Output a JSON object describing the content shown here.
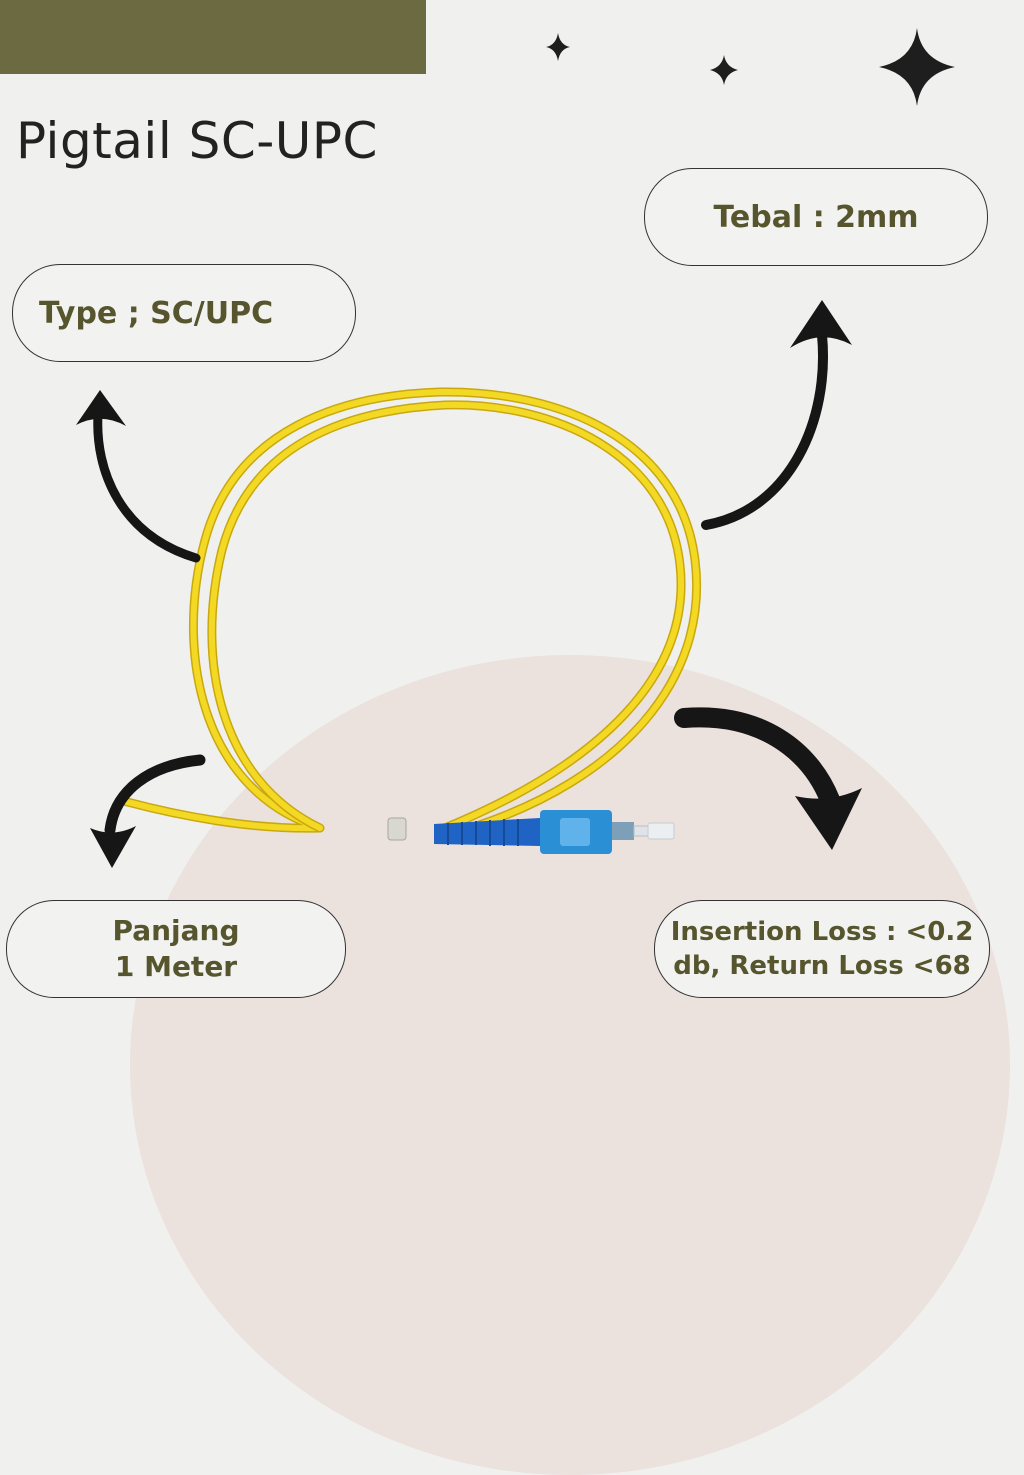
{
  "title": "Pigtail SC-UPC",
  "labels": {
    "type": "Type ; SC/UPC",
    "tebal": "Tebal : 2mm",
    "panjang_line1": "Panjang",
    "panjang_line2": "1 Meter",
    "loss_line1": "Insertion Loss : <0.2",
    "loss_line2": "db, Return Loss <68"
  },
  "colors": {
    "band": "#6b6a40",
    "label_text": "#56552e",
    "cable": "#f2d21f",
    "connector": "#2b8fd6"
  },
  "icons": [
    "sparkle-icon",
    "curved-arrow-icon"
  ]
}
